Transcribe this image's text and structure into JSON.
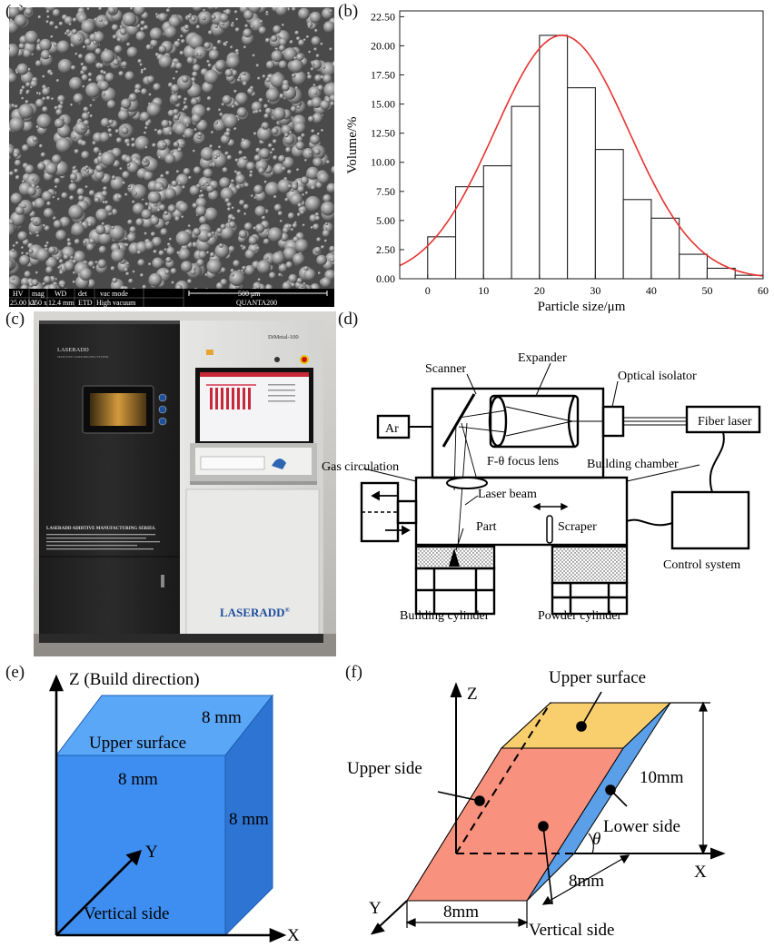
{
  "panels": {
    "a": "(a)",
    "b": "(b)",
    "c": "(c)",
    "d": "(d)",
    "e": "(e)",
    "f": "(f)"
  },
  "sem": {
    "headers": [
      "HV",
      "mag",
      "WD",
      "det",
      "vac mode"
    ],
    "values": [
      "25.00 kV",
      "250 x",
      "12.4 mm",
      "ETD",
      "High vacuum"
    ],
    "scale": "500 μm",
    "instrument": "QUANTA200"
  },
  "chart_data": {
    "type": "bar",
    "title": "",
    "xlabel": "Particle size/μm",
    "ylabel": "Volume/%",
    "xlim": [
      -5,
      60
    ],
    "ylim": [
      0,
      23
    ],
    "xticks": [
      0,
      10,
      20,
      30,
      40,
      50,
      60
    ],
    "yticks": [
      0.0,
      2.5,
      5.0,
      7.5,
      10.0,
      12.5,
      15.0,
      17.5,
      20.0,
      22.5
    ],
    "bins": [
      {
        "from": 0,
        "to": 5,
        "value": 3.6
      },
      {
        "from": 5,
        "to": 10,
        "value": 7.9
      },
      {
        "from": 10,
        "to": 15,
        "value": 9.7
      },
      {
        "from": 15,
        "to": 20,
        "value": 14.8
      },
      {
        "from": 20,
        "to": 25,
        "value": 20.9
      },
      {
        "from": 25,
        "to": 30,
        "value": 16.4
      },
      {
        "from": 30,
        "to": 35,
        "value": 11.1
      },
      {
        "from": 35,
        "to": 40,
        "value": 6.8
      },
      {
        "from": 40,
        "to": 45,
        "value": 5.2
      },
      {
        "from": 45,
        "to": 50,
        "value": 2.1
      },
      {
        "from": 50,
        "to": 55,
        "value": 0.9
      },
      {
        "from": 55,
        "to": 60,
        "value": 0.3
      }
    ],
    "fit": {
      "type": "gaussian",
      "peak": 20.9,
      "center": 24.0,
      "sigma": 12.0,
      "color": "#e8322f"
    },
    "grid": false
  },
  "machine": {
    "model": "DiMetal-100",
    "brand": "LASERADD",
    "brand_mark": "®",
    "panel_title": "LASERADD",
    "panel_subtitle": "SELECTIVE LASER MELTING SYSTEM",
    "series_title": "LASERADD ADDITIVE MANUFACTURING SERIES."
  },
  "schematic": {
    "scanner": "Scanner",
    "expander": "Expander",
    "optical_isolator": "Optical isolator",
    "fiber_laser": "Fiber laser",
    "ar": "Ar",
    "gas_circulation": "Gas circulation",
    "focus_lens": "F-θ focus lens",
    "building_chamber": "Building chamber",
    "laser_beam": "Laser beam",
    "part": "Part",
    "scraper": "Scraper",
    "control_system": "Control system",
    "building_cylinder": "Building cylinder",
    "powder_cylinder": "Powder cylinder"
  },
  "cube": {
    "z_axis": "Z (Build direction)",
    "x_axis": "X",
    "y_axis": "Y",
    "upper_surface": "Upper surface",
    "dim_top": "8 mm",
    "dim_front": "8 mm",
    "dim_side": "8 mm",
    "vertical_side": "Vertical side",
    "front_color": "#3d8ef0",
    "top_color": "#5aa6f7",
    "side_color": "#2e74d2"
  },
  "inclined": {
    "z_axis": "Z",
    "x_axis": "X",
    "y_axis": "Y",
    "upper_surface": "Upper surface",
    "upper_side": "Upper side",
    "lower_side": "Lower side",
    "vertical_side": "Vertical side",
    "height": "10mm",
    "depth": "8mm",
    "width": "8mm",
    "angle": "θ",
    "top_color": "#f9cf6e",
    "front_color": "#f8917d",
    "left_color": "#a4200e",
    "right_color": "#5a9fe8"
  }
}
